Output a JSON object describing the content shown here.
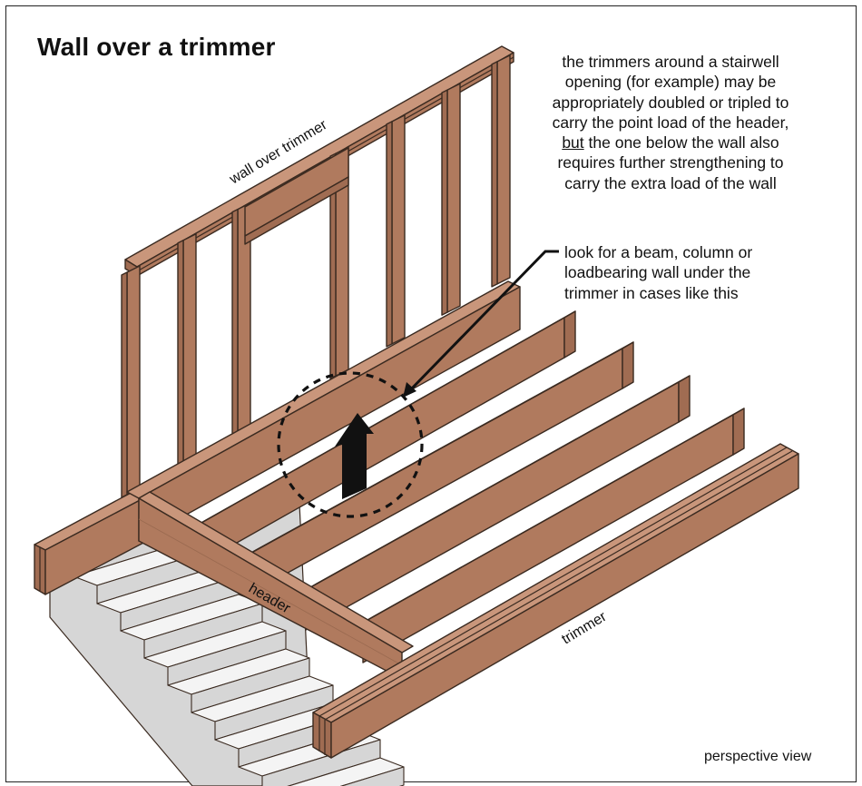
{
  "title": "Wall over a trimmer",
  "labels": {
    "wall": "wall over trimmer",
    "header": "header",
    "trimmer": "trimmer"
  },
  "note_top": {
    "before": "the trimmers around a stairwell opening (for example) may be appropriately doubled or tripled to carry the point load of the header, ",
    "underlined": "but",
    "after": " the one below the wall also requires further strengthening to carry the extra load of the wall"
  },
  "note_bottom": "look for a beam, column or loadbearing wall under the trimmer in cases like this",
  "view_label": "perspective view",
  "colors": {
    "lumber_top": "#c9967b",
    "lumber_side": "#b07a5e",
    "lumber_front": "#a06c52",
    "outline": "#3a2a20",
    "stair_light": "#f4f4f4",
    "stair_shade": "#d6d6d6",
    "ink": "#111111"
  }
}
